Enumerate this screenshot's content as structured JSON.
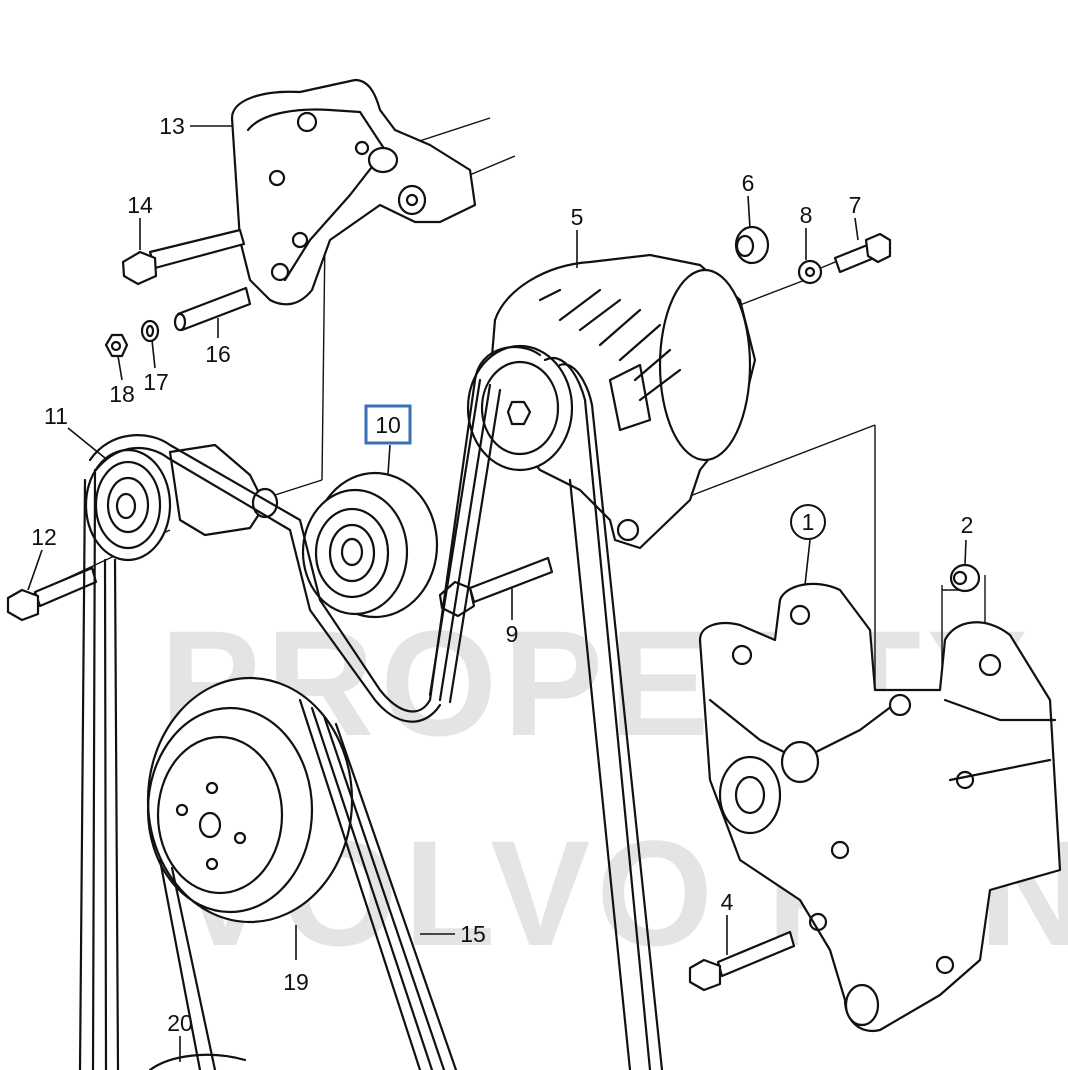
{
  "watermark": {
    "line1": "PROPERTY OF",
    "line2": "VOLVO PENTA"
  },
  "highlight_color": "#3a6fb0",
  "parts": {
    "p1": "1",
    "p2": "2",
    "p4": "4",
    "p5": "5",
    "p6": "6",
    "p7": "7",
    "p8": "8",
    "p9": "9",
    "p10": "10",
    "p11": "11",
    "p12": "12",
    "p13": "13",
    "p14": "14",
    "p15": "15",
    "p16": "16",
    "p17": "17",
    "p18": "18",
    "p19": "19",
    "p20": "20"
  }
}
